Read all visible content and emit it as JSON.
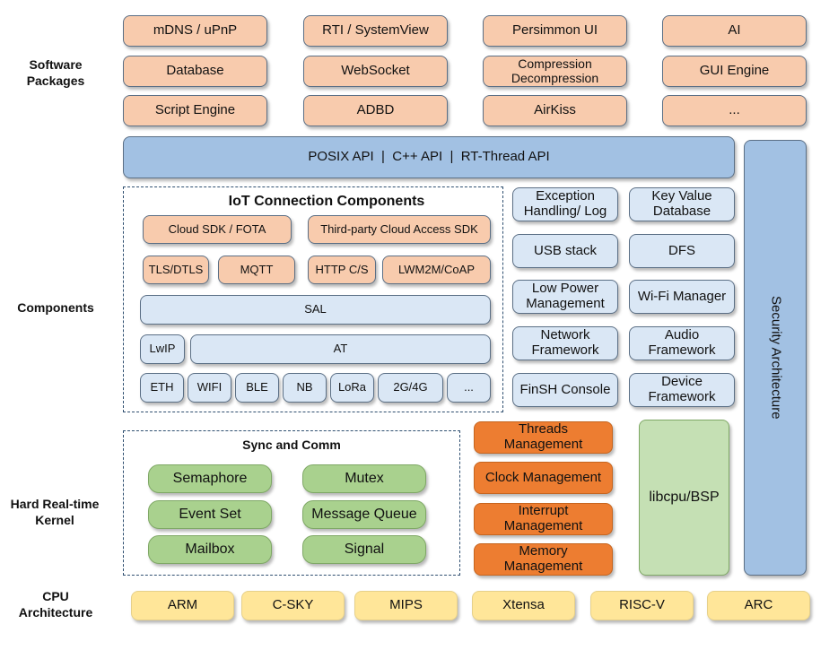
{
  "layers": {
    "software": "Software Packages",
    "components": "Components",
    "kernel": "Hard Real-time Kernel",
    "cpu": "CPU Architecture"
  },
  "software_packages": [
    "mDNS / uPnP",
    "RTI / SystemView",
    "Persimmon UI",
    "AI",
    "Database",
    "WebSocket",
    "Compression Decompression",
    "GUI Engine",
    "Script Engine",
    "ADBD",
    "AirKiss",
    "..."
  ],
  "api_bar": "POSIX API  |  C++ API  |  RT-Thread API",
  "security": "Security Architecture",
  "iot": {
    "title": "IoT Connection Components",
    "cloud": [
      "Cloud SDK / FOTA",
      "Third-party Cloud Access SDK"
    ],
    "protocols": [
      "TLS/DTLS",
      "MQTT",
      "HTTP C/S",
      "LWM2M/CoAP"
    ],
    "sal": "SAL",
    "lwip": "LwIP",
    "at": "AT",
    "links": [
      "ETH",
      "WIFI",
      "BLE",
      "NB",
      "LoRa",
      "2G/4G",
      "..."
    ]
  },
  "components_right": [
    "Exception Handling/ Log",
    "Key Value Database",
    "USB stack",
    "DFS",
    "Low Power Management",
    "Wi-Fi Manager",
    "Network Framework",
    "Audio Framework",
    "FinSH Console",
    "Device Framework"
  ],
  "sync": {
    "title": "Sync and Comm",
    "items": [
      "Semaphore",
      "Mutex",
      "Event Set",
      "Message Queue",
      "Mailbox",
      "Signal"
    ]
  },
  "kernel_mgmt": [
    "Threads Management",
    "Clock Management",
    "Interrupt Management",
    "Memory Management"
  ],
  "libcpu": "libcpu/BSP",
  "cpus": [
    "ARM",
    "C-SKY",
    "MIPS",
    "Xtensa",
    "RISC-V",
    "ARC"
  ]
}
